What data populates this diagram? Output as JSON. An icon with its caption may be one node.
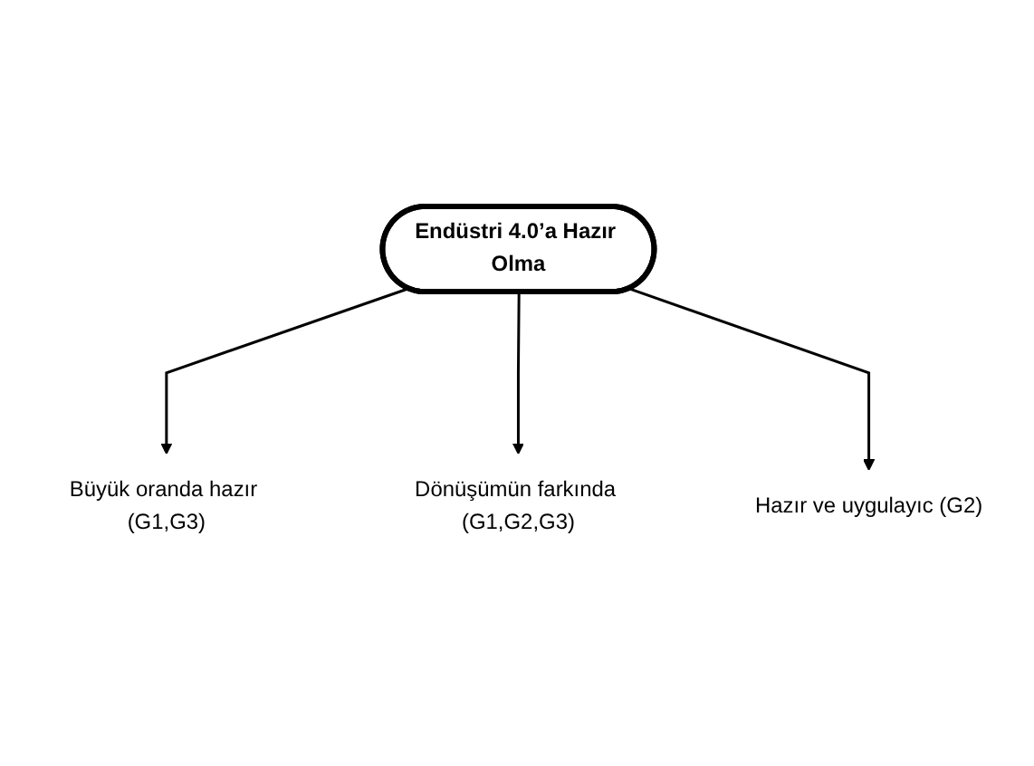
{
  "diagram": {
    "nodes": [
      {
        "text": [
          "Endüstri 4.0’a Hazır Olma"
        ]
      },
      {
        "text": [
          "Büyük oranda hazır (G1,G3)"
        ]
      },
      {
        "text": [
          "Dönüşümün farkında (G1,G2,G3)"
        ]
      },
      {
        "text": [
          "Hazır ve uygulayıc (G2)"
        ]
      }
    ],
    "edges": [
      {
        "from": 0,
        "to": 1,
        "arrow": "to"
      },
      {
        "from": 0,
        "to": 2,
        "arrow": "to"
      },
      {
        "from": 0,
        "to": 3,
        "arrow": "to"
      }
    ]
  }
}
